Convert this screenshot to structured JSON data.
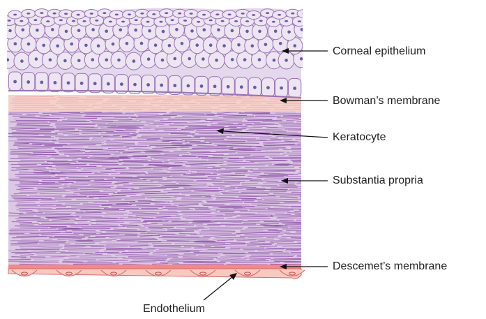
{
  "labels": {
    "corneal_epithelium": "Corneal epithelium",
    "bowmans_membrane": "Bowman’s membrane",
    "keratocyte": "Keratocyte",
    "substantia_propria": "Substantia propria",
    "descemets_membrane": "Descemet’s membrane",
    "endothelium": "Endothelium"
  },
  "colors": {
    "cell_fill": "#ede5f1",
    "cell_outline": "#9a72b4",
    "nucleus": "#6c5aa4",
    "bowman": "#f6d0cb",
    "stroma_bg": "#dcc8e4",
    "stroma_fiber": "#9158ab",
    "descemet": "#f08a8a",
    "endothelium_fill": "#f8c9c0"
  }
}
